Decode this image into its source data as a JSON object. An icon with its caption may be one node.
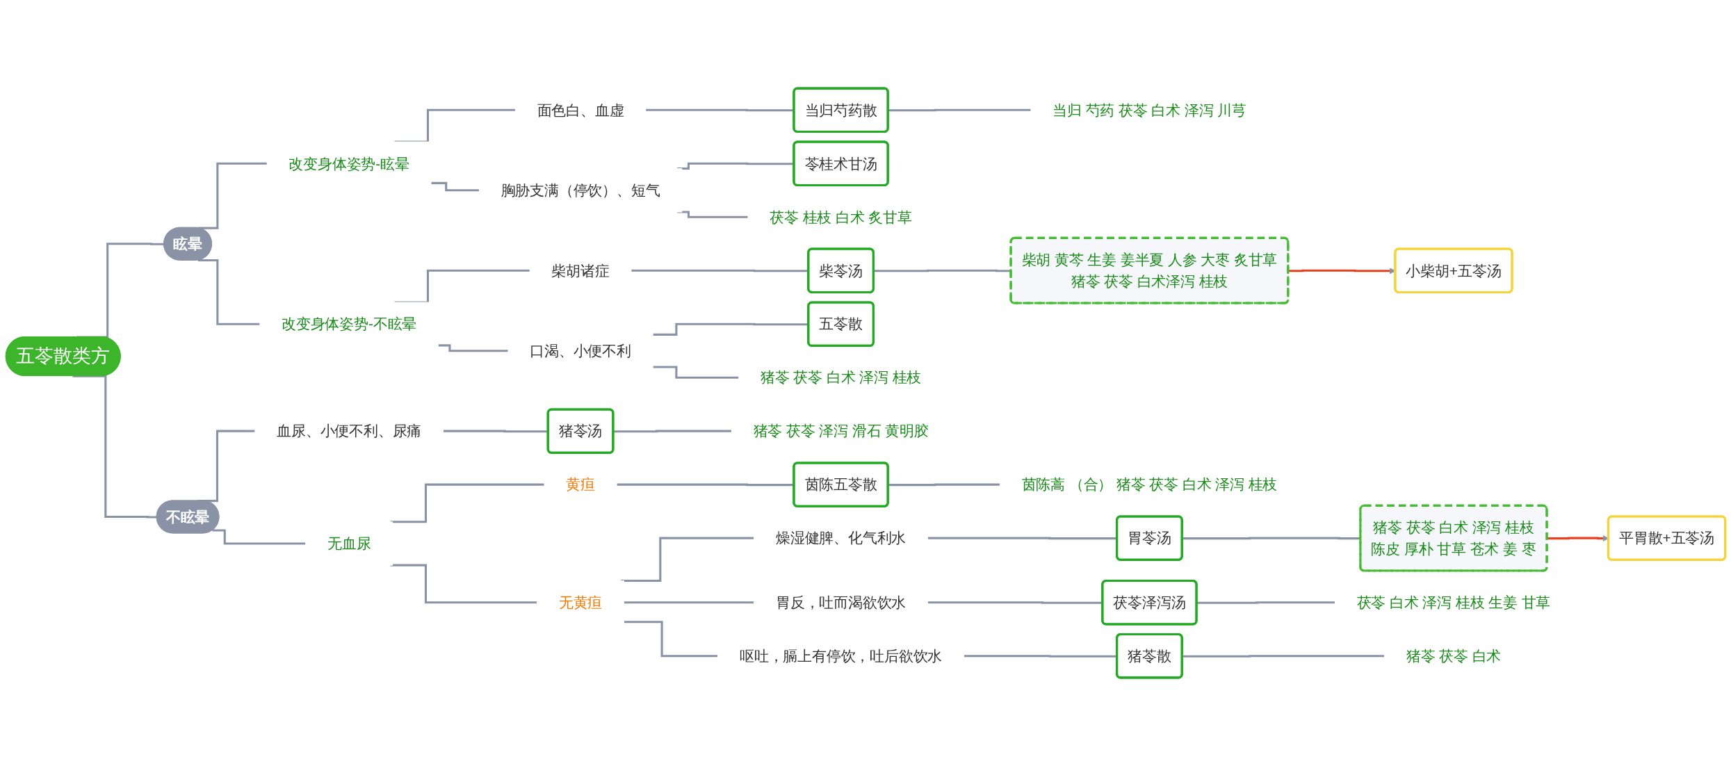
{
  "diagram": {
    "nodes": [
      {
        "text": [
          "五苓散类方"
        ]
      },
      {
        "text": [
          "眩晕"
        ]
      },
      {
        "text": [
          "改变身体姿势-眩晕"
        ]
      },
      {
        "text": [
          "面色白、血虚"
        ]
      },
      {
        "text": [
          "当归芍药散"
        ]
      },
      {
        "text": [
          "当归 芍药 茯苓 白术 泽泻 川芎"
        ]
      },
      {
        "text": [
          "胸胁支满（停饮）、短气"
        ]
      },
      {
        "text": [
          "苓桂术甘汤"
        ]
      },
      {
        "text": [
          "茯苓 桂枝 白术 炙甘草"
        ]
      },
      {
        "text": [
          "改变身体姿势-不眩晕"
        ]
      },
      {
        "text": [
          "柴胡诸症"
        ]
      },
      {
        "text": [
          "柴苓汤"
        ]
      },
      {
        "text": [
          "柴胡 黄芩 生姜 姜半夏 人参 大枣 炙甘草",
          "猪苓 茯苓 白术泽泻 桂枝"
        ]
      },
      {
        "text": [
          "小柴胡+五苓汤"
        ]
      },
      {
        "text": [
          "口渴、小便不利"
        ]
      },
      {
        "text": [
          "五苓散"
        ]
      },
      {
        "text": [
          "猪苓 茯苓 白术 泽泻 桂枝"
        ]
      },
      {
        "text": [
          "不眩晕"
        ]
      },
      {
        "text": [
          "血尿、小便不利、尿痛"
        ]
      },
      {
        "text": [
          "猪苓汤"
        ]
      },
      {
        "text": [
          "猪苓 茯苓 泽泻 滑石 黄明胶"
        ]
      },
      {
        "text": [
          "无血尿"
        ]
      },
      {
        "text": [
          "黄疸"
        ]
      },
      {
        "text": [
          "茵陈五苓散"
        ]
      },
      {
        "text": [
          "茵陈蒿 （合） 猪苓 茯苓 白术 泽泻 桂枝"
        ]
      },
      {
        "text": [
          "无黄疸"
        ]
      },
      {
        "text": [
          "燥湿健脾、化气利水"
        ]
      },
      {
        "text": [
          "胃苓汤"
        ]
      },
      {
        "text": [
          "猪苓 茯苓 白术 泽泻 桂枝",
          "陈皮 厚朴 甘草 苍术 姜 枣"
        ]
      },
      {
        "text": [
          "平胃散+五苓汤"
        ]
      },
      {
        "text": [
          "胃反，吐而渴欲饮水"
        ]
      },
      {
        "text": [
          "茯苓泽泻汤"
        ]
      },
      {
        "text": [
          "茯苓 白术 泽泻 桂枝 生姜 甘草"
        ]
      },
      {
        "text": [
          "呕吐，膈上有停饮，吐后欲饮水"
        ]
      },
      {
        "text": [
          "猪苓散"
        ]
      },
      {
        "text": [
          "猪苓 茯苓 白术"
        ]
      }
    ],
    "edges": [
      {
        "from": 0,
        "to": 1,
        "arrow": "none"
      },
      {
        "from": 1,
        "to": 2,
        "arrow": "none"
      },
      {
        "from": 2,
        "to": 3,
        "arrow": "none"
      },
      {
        "from": 3,
        "to": 4,
        "arrow": "none"
      },
      {
        "from": 4,
        "to": 5,
        "arrow": "none"
      },
      {
        "from": 2,
        "to": 6,
        "arrow": "none"
      },
      {
        "from": 6,
        "to": 7,
        "arrow": "none"
      },
      {
        "from": 6,
        "to": 8,
        "arrow": "none"
      },
      {
        "from": 1,
        "to": 9,
        "arrow": "none"
      },
      {
        "from": 9,
        "to": 10,
        "arrow": "none"
      },
      {
        "from": 10,
        "to": 11,
        "arrow": "none"
      },
      {
        "from": 11,
        "to": 12,
        "arrow": "none"
      },
      {
        "from": 12,
        "to": 13,
        "arrow": "to",
        "color": "#e8401f"
      },
      {
        "from": 9,
        "to": 14,
        "arrow": "none"
      },
      {
        "from": 14,
        "to": 15,
        "arrow": "none"
      },
      {
        "from": 14,
        "to": 16,
        "arrow": "none"
      },
      {
        "from": 0,
        "to": 17,
        "arrow": "none"
      },
      {
        "from": 17,
        "to": 18,
        "arrow": "none"
      },
      {
        "from": 18,
        "to": 19,
        "arrow": "none"
      },
      {
        "from": 19,
        "to": 20,
        "arrow": "none"
      },
      {
        "from": 17,
        "to": 21,
        "arrow": "none"
      },
      {
        "from": 21,
        "to": 22,
        "arrow": "none"
      },
      {
        "from": 22,
        "to": 23,
        "arrow": "none"
      },
      {
        "from": 23,
        "to": 24,
        "arrow": "none"
      },
      {
        "from": 21,
        "to": 25,
        "arrow": "none"
      },
      {
        "from": 25,
        "to": 26,
        "arrow": "none"
      },
      {
        "from": 26,
        "to": 27,
        "arrow": "none"
      },
      {
        "from": 27,
        "to": 28,
        "arrow": "none"
      },
      {
        "from": 28,
        "to": 29,
        "arrow": "to",
        "color": "#e8401f"
      },
      {
        "from": 25,
        "to": 30,
        "arrow": "none"
      },
      {
        "from": 30,
        "to": 31,
        "arrow": "none"
      },
      {
        "from": 31,
        "to": 32,
        "arrow": "none"
      },
      {
        "from": 25,
        "to": 33,
        "arrow": "none"
      },
      {
        "from": 33,
        "to": 34,
        "arrow": "none"
      },
      {
        "from": 34,
        "to": 35,
        "arrow": "none"
      }
    ]
  }
}
